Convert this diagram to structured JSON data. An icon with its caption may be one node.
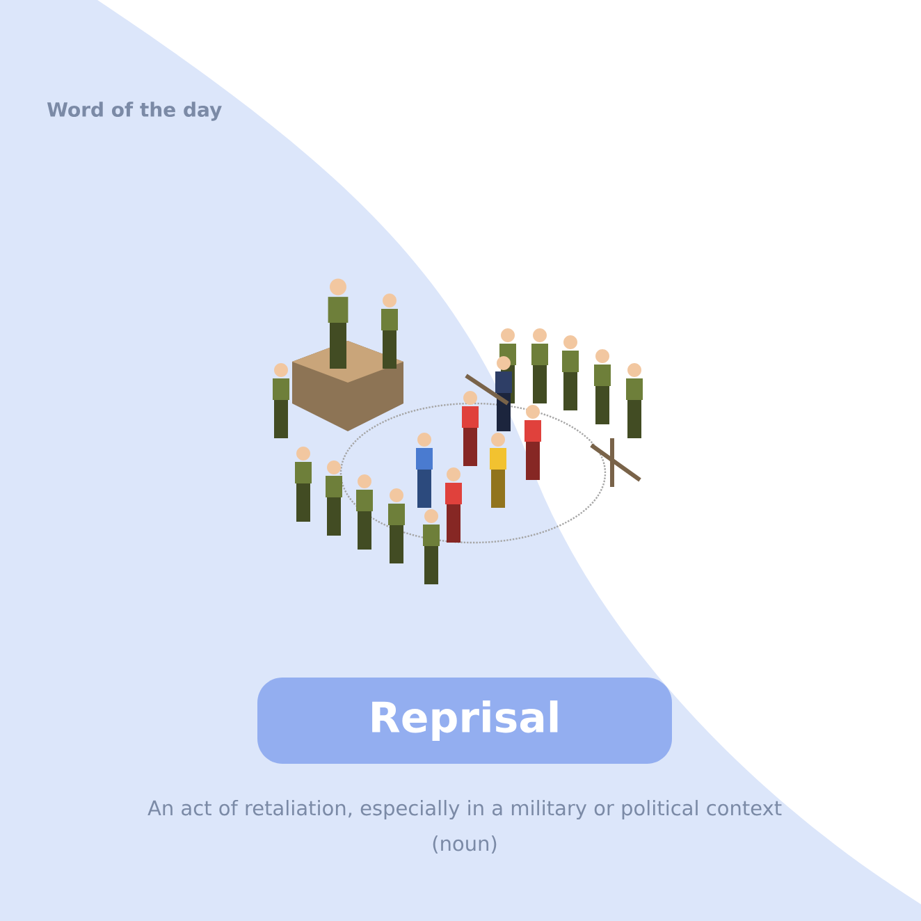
{
  "diagram": {
    "nodes": [
      {
        "text": [
          "Reprisal"
        ]
      }
    ],
    "labels": [
      "Word of the day",
      "An act of retaliation, especially in a military or political context",
      "(noun)"
    ]
  }
}
